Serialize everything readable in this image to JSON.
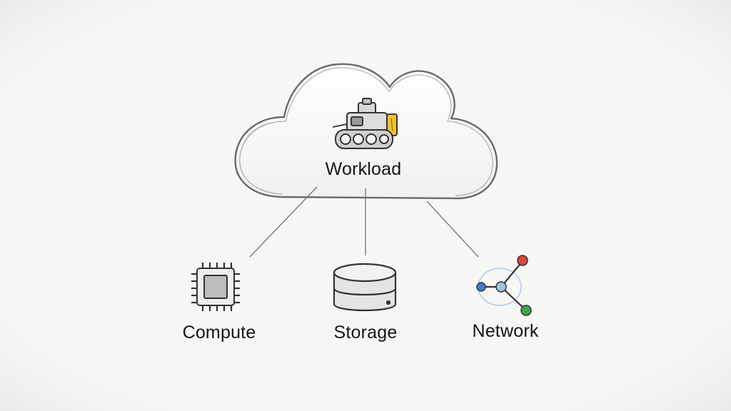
{
  "diagram": {
    "root": {
      "label": "Workload",
      "icon": "robot-machine-icon",
      "container": "cloud-shape"
    },
    "children": [
      {
        "label": "Compute",
        "icon": "cpu-chip-icon"
      },
      {
        "label": "Storage",
        "icon": "database-icon"
      },
      {
        "label": "Network",
        "icon": "network-nodes-icon"
      }
    ],
    "colors": {
      "background": "#f7f7f6",
      "stroke": "#555555",
      "network_node_red": "#d9453f",
      "network_node_green": "#3fa64a",
      "network_node_blue": "#3f7fd1",
      "accent_yellow": "#f1c232"
    }
  }
}
